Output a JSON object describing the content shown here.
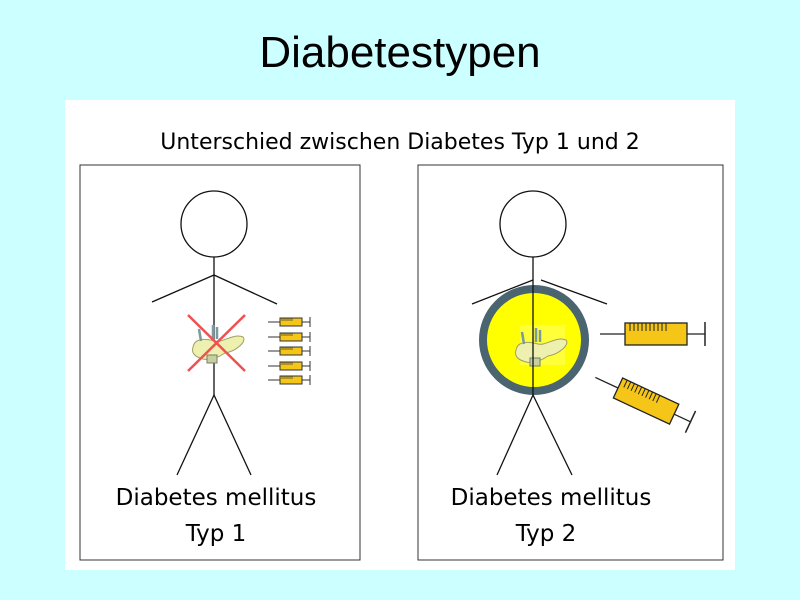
{
  "slide": {
    "title": "Diabetestypen"
  },
  "diagram": {
    "heading": "Unterschied zwischen Diabetes Typ 1 und 2",
    "panels": [
      {
        "line1": "Diabetes mellitus",
        "line2": "Typ 1"
      },
      {
        "line1": "Diabetes mellitus",
        "line2": "Typ 2"
      }
    ]
  },
  "colors": {
    "background": "#ccffff",
    "cross": "#f05050",
    "syringe": "#f5c518",
    "circle_fill": "#ffff00",
    "circle_ring": "#4a6470"
  }
}
